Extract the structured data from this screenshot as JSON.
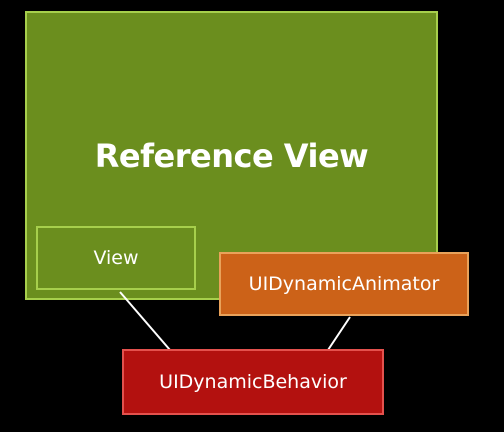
{
  "diagram": {
    "reference_view": {
      "label": "Reference View"
    },
    "view": {
      "label": "View"
    },
    "animator": {
      "label": "UIDynamicAnimator"
    },
    "behavior": {
      "label": "UIDynamicBehavior"
    }
  },
  "colors": {
    "background": "#000000",
    "reference_view_fill": "#6b8e1e",
    "reference_view_border": "#a7cf4c",
    "animator_fill": "#cc6218",
    "animator_border": "#e9a25a",
    "behavior_fill": "#b3110f",
    "behavior_border": "#e4514d",
    "connector": "#ffffff"
  }
}
